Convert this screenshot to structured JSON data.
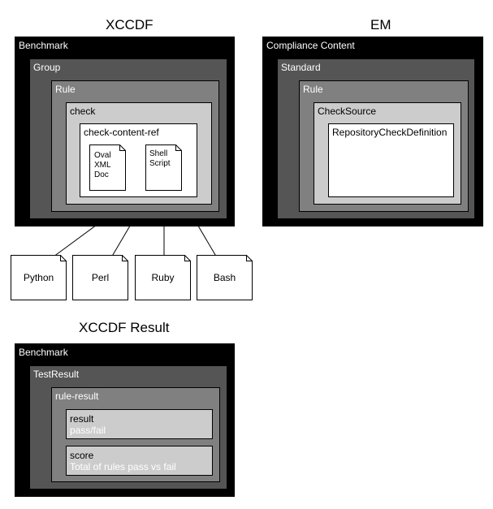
{
  "xccdf": {
    "title": "XCCDF",
    "benchmark": "Benchmark",
    "group": "Group",
    "rule": "Rule",
    "check": "check",
    "check_content_ref": "check-content-ref",
    "oval_doc": [
      "Oval",
      "XML",
      "Doc"
    ],
    "shell_script": [
      "Shell",
      "Script"
    ]
  },
  "em": {
    "title": "EM",
    "compliance_content": "Compliance Content",
    "standard": "Standard",
    "rule": "Rule",
    "check_source": "CheckSource",
    "repository_check_definition": "RepositoryCheckDefinition"
  },
  "scripts": [
    "Python",
    "Perl",
    "Ruby",
    "Bash"
  ],
  "result": {
    "title": "XCCDF Result",
    "benchmark": "Benchmark",
    "test_result": "TestResult",
    "rule_result": "rule-result",
    "result_label": "result",
    "result_value": "pass/fail",
    "score_label": "score",
    "score_value": "Total of rules pass vs fail"
  },
  "colors": {
    "level0": "#000000",
    "level1": "#555555",
    "level2": "#808080",
    "level3": "#cccccc",
    "level4": "#ffffff"
  }
}
